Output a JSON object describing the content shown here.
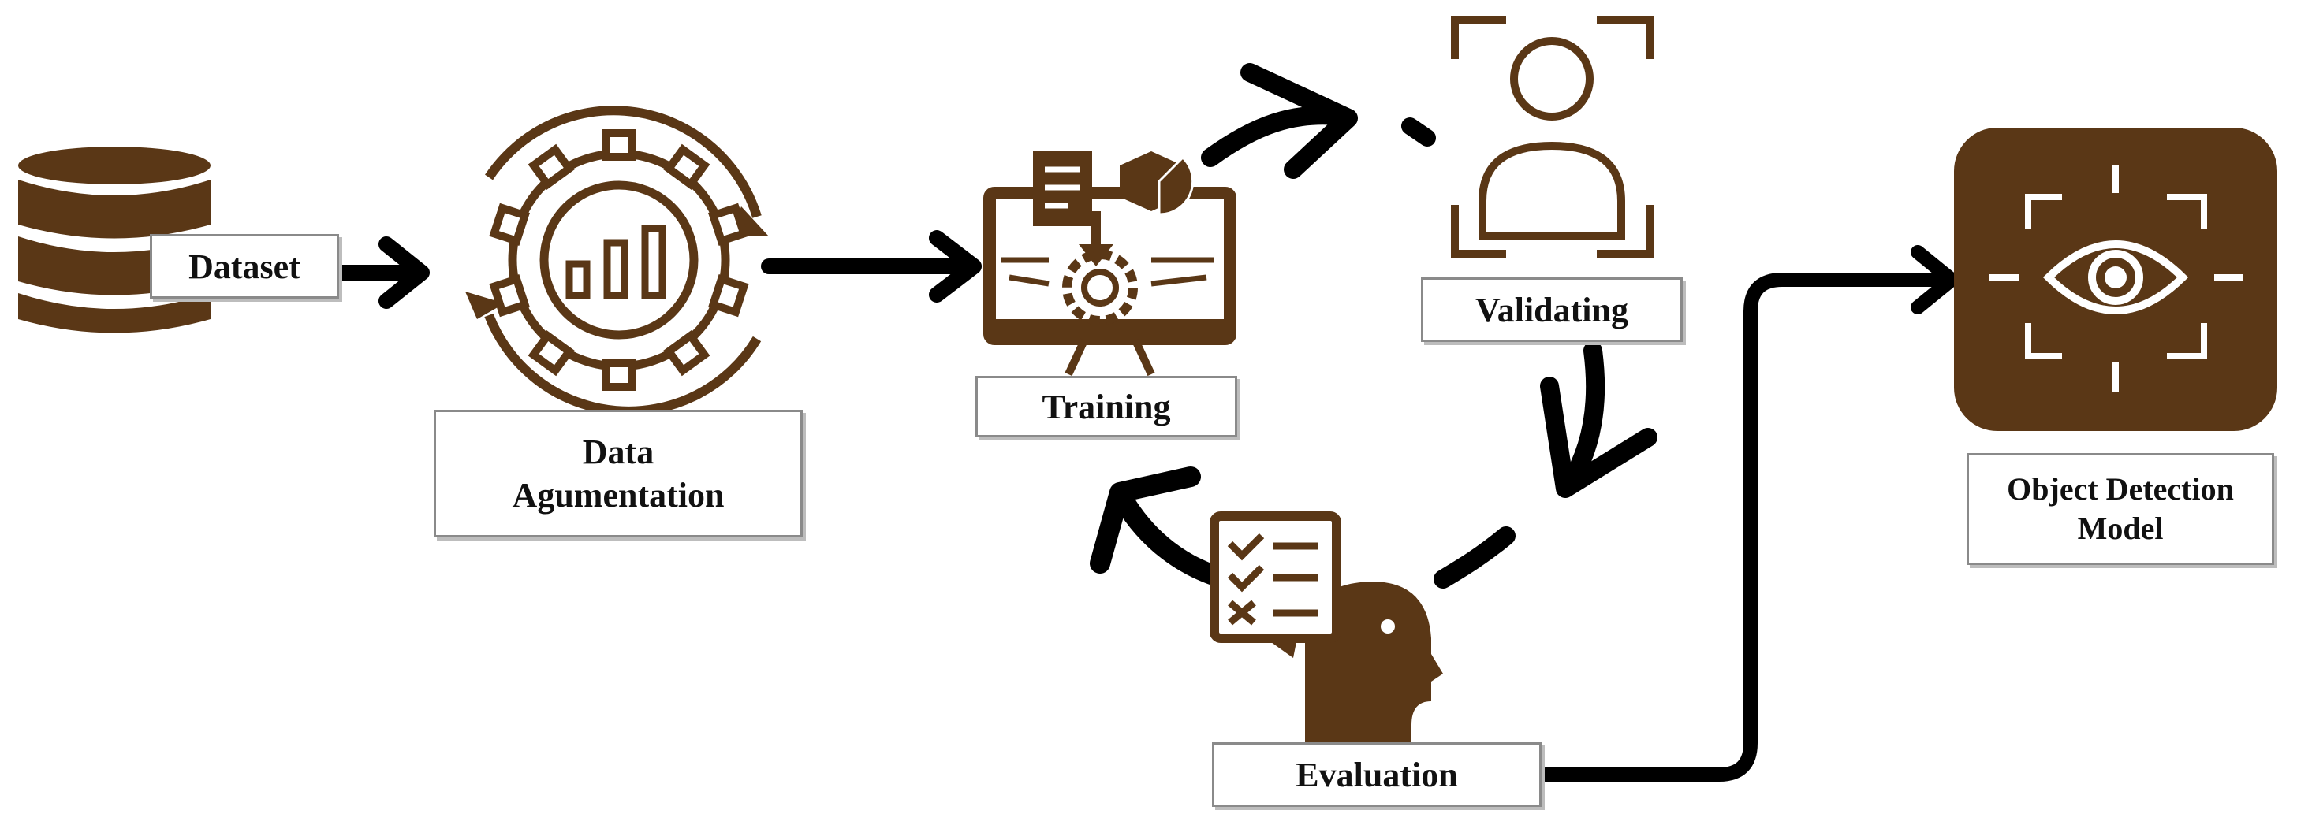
{
  "colors": {
    "brown": "#5a3716",
    "arrow": "#000000",
    "label_border": "#8a8a8a"
  },
  "nodes": {
    "dataset": {
      "label": "Dataset",
      "icon": "database-icon"
    },
    "augmentation": {
      "label_line1": "Data",
      "label_line2": "Agumentation",
      "icon": "gear-cycle-chart-icon"
    },
    "training": {
      "label": "Training",
      "icon": "monitor-gear-icon"
    },
    "validating": {
      "label": "Validating",
      "icon": "user-focus-icon"
    },
    "evaluation": {
      "label": "Evaluation",
      "icon": "person-checklist-icon"
    },
    "model": {
      "label_line1": "Object Detection",
      "label_line2": "Model",
      "icon": "eye-target-icon"
    }
  }
}
